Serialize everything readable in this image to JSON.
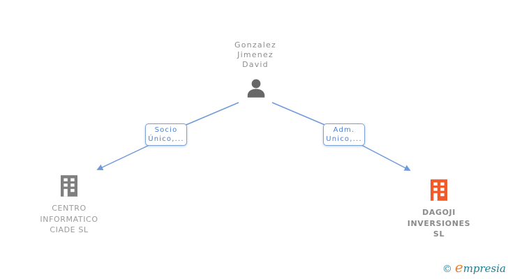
{
  "person": {
    "name_lines": [
      "Gonzalez",
      "Jimenez",
      "David"
    ],
    "icon": "person-silhouette-icon"
  },
  "edges": [
    {
      "label_lines": [
        "Socio",
        "Único,..."
      ],
      "target": "left-company"
    },
    {
      "label_lines": [
        "Adm.",
        "Unico,..."
      ],
      "target": "right-company"
    }
  ],
  "companies": [
    {
      "name_lines": [
        "CENTRO",
        "INFORMATICO",
        "CIADE SL"
      ],
      "icon": "building-icon",
      "icon_color": "#7f7f7f",
      "emphasis": false
    },
    {
      "name_lines": [
        "DAGOJI",
        "INVERSIONES",
        "SL"
      ],
      "icon": "building-icon",
      "icon_color": "#f15a29",
      "emphasis": true
    }
  ],
  "footer": {
    "copyright_symbol": "©",
    "brand_first_letter": "e",
    "brand_rest": "mpresia"
  },
  "colors": {
    "edge_line": "#6f9ad9",
    "label_border": "#7ba3d9",
    "label_text": "#4d80cc",
    "person_icon": "#676767",
    "person_text": "#8e8e8e",
    "company_text_gray": "#9b9b9b",
    "company_text_bold_gray": "#8a8a8a",
    "building_gray": "#7f7f7f",
    "building_orange": "#f15a29",
    "brand_orange": "#f0802c",
    "brand_teal": "#1f7d91",
    "copyright_teal": "#2e8599"
  }
}
